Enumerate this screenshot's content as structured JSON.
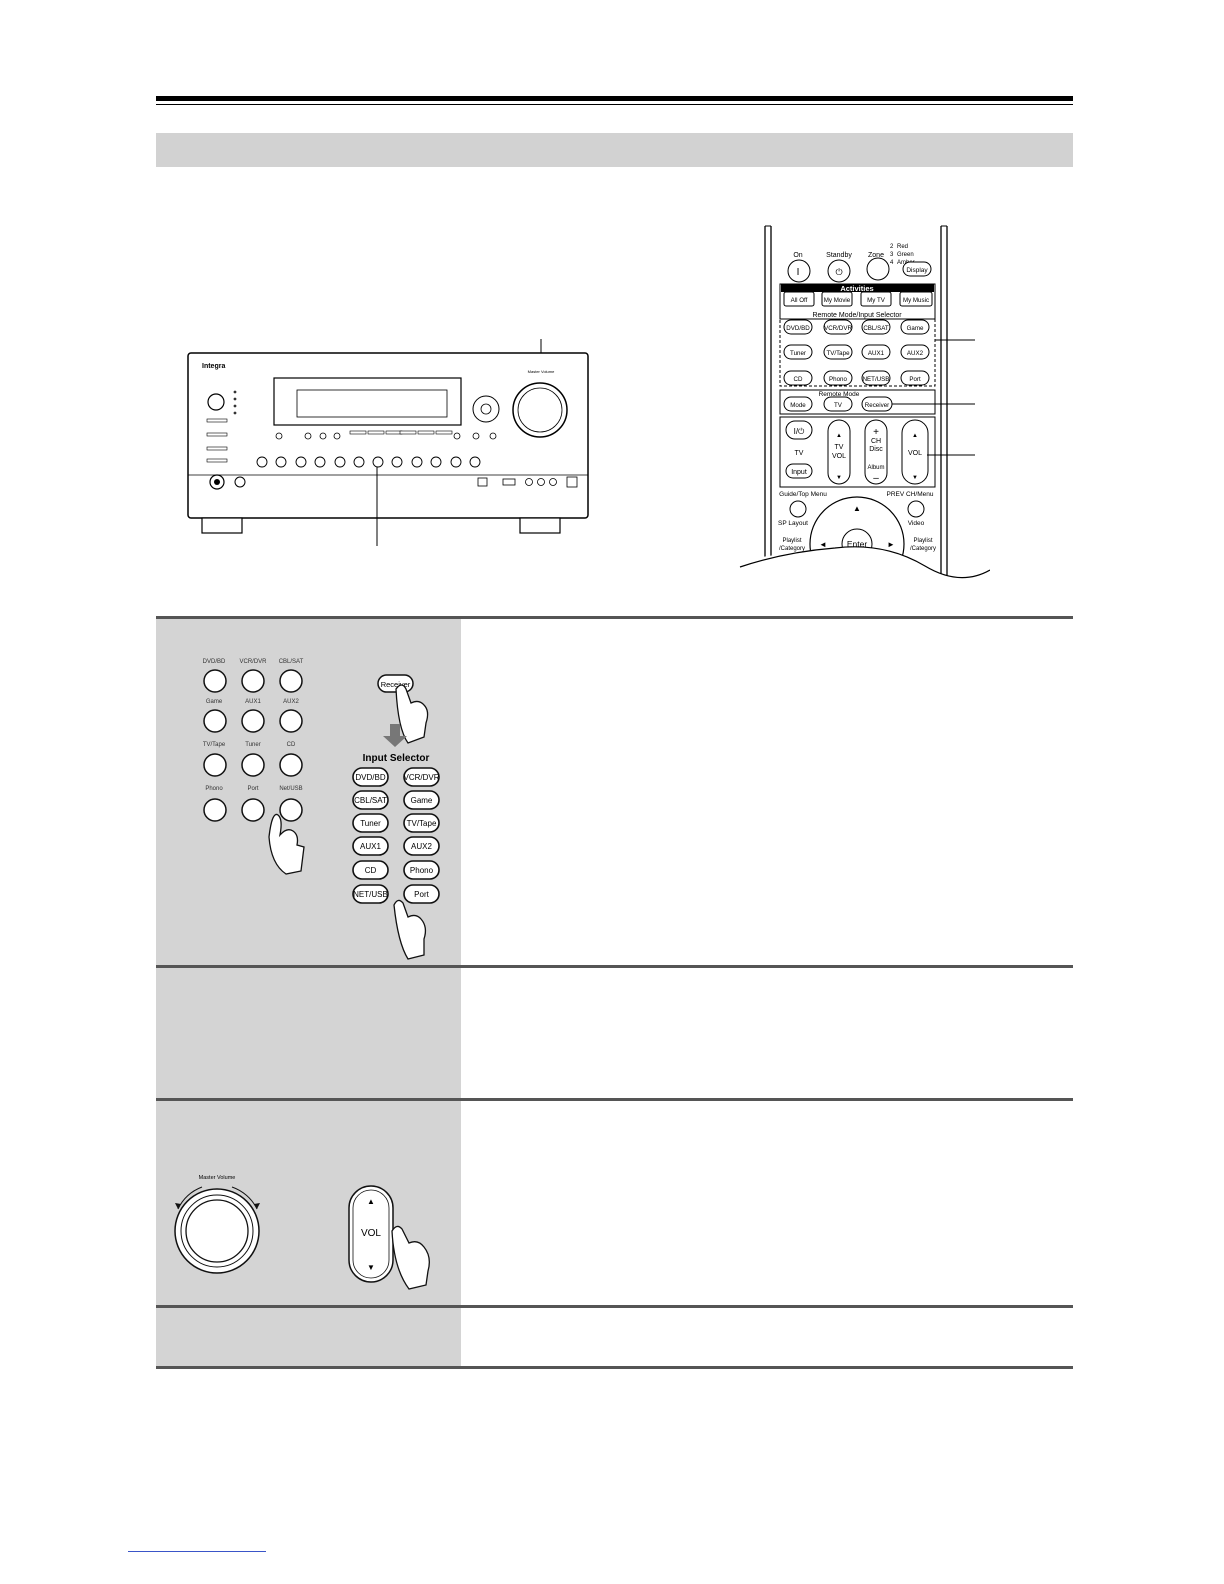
{
  "receiver": {
    "brand": "Integra",
    "dial_label": "Master Volume"
  },
  "remote": {
    "power_labels": [
      "On",
      "Standby",
      "Zone"
    ],
    "zone_legend": [
      "2",
      "Red",
      "3",
      "Green",
      "4",
      "Amber"
    ],
    "display_button": "Display",
    "activities_header": "Activities",
    "activities": [
      "All Off",
      "My Movie",
      "My TV",
      "My Music"
    ],
    "section_header": "Remote Mode/Input Selector",
    "input_buttons": [
      "DVD/BD",
      "VCR/DVR",
      "CBL/SAT",
      "Game",
      "Tuner",
      "TV/Tape",
      "AUX1",
      "AUX2",
      "CD",
      "Phono",
      "NET/USB",
      "Port"
    ],
    "remote_mode_header": "Remote Mode",
    "mode_buttons": [
      "Mode",
      "TV",
      "Receiver"
    ],
    "tv_power": "I/⏻",
    "tv_label": "TV",
    "input_btn": "Input",
    "tv_vol": [
      "TV",
      "VOL"
    ],
    "ch_disc": [
      "CH",
      "Disc",
      "Album"
    ],
    "vol": "VOL",
    "guide": "Guide/Top Menu",
    "prev_ch": "PREV CH/Menu",
    "sp_layout": "SP Layout",
    "video": "Video",
    "playlist_left": [
      "Playlist",
      "/Category"
    ],
    "playlist_right": [
      "Playlist",
      "/Category"
    ],
    "enter": "Enter"
  },
  "step1": {
    "front_buttons": [
      "DVD/BD",
      "VCR/DVR",
      "CBL/SAT",
      "Game",
      "AUX1",
      "AUX2",
      "TV/Tape",
      "Tuner",
      "CD",
      "Phono",
      "Port",
      "Net/USB"
    ],
    "receiver_btn": "Receiver",
    "input_selector_title": "Input Selector",
    "remote_buttons": [
      "DVD/BD",
      "VCR/DVR",
      "CBL/SAT",
      "Game",
      "Tuner",
      "TV/Tape",
      "AUX1",
      "AUX2",
      "CD",
      "Phono",
      "NET/USB",
      "Port"
    ]
  },
  "step3": {
    "dial_label": "Master Volume",
    "vol_label": "VOL"
  },
  "colors": {
    "panel": "#d4d4d4",
    "band": "#d2d2d2",
    "footnote_rule": "#3a55c8"
  }
}
